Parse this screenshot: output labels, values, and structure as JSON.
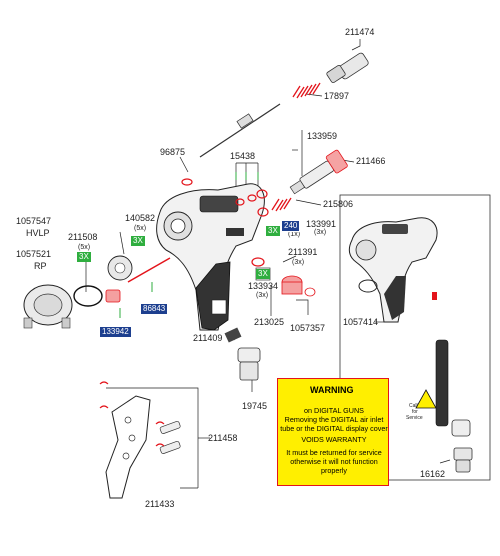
{
  "part_numbers": {
    "p211474": "211474",
    "p17897": "17897",
    "p133959": "133959",
    "p96875": "96875",
    "p15438": "15438",
    "p211466": "211466",
    "p215806": "215806",
    "p140582": "140582",
    "p1057547": "1057547",
    "hvlp": "HVLP",
    "p211508": "211508",
    "p1057521": "1057521",
    "rp": "RP",
    "p133991": "133991",
    "p211391": "211391",
    "p133934": "133934",
    "p213025": "213025",
    "p1057357": "1057357",
    "p211409": "211409",
    "p1057414": "1057414",
    "p19745": "19745",
    "p211458": "211458",
    "p211433": "211433",
    "p16162": "16162"
  },
  "quantities": {
    "q5x_a": "(5x)",
    "q5x_b": "(5x)",
    "q1x": "(1x)",
    "q3x_a": "(3x)",
    "q3x_b": "(3x)",
    "q3x_c": "(3x)"
  },
  "tags": {
    "green_a": "3X",
    "green_b": "3X",
    "green_c": "3X",
    "green_d": "3X",
    "blue_240": "240",
    "blue_86843": "86843",
    "blue_133942": "133942"
  },
  "warning": {
    "title": "WARNING",
    "line1": "on DIGITAL GUNS",
    "line2": "Removing the DIGITAL air inlet",
    "line3": "tube or the DIGITAL display cover",
    "line4": "VOIDS WARRANTY",
    "line5": "It must be returned for service",
    "line6": "otherwise it will not function",
    "line7": "properly"
  },
  "service_note": {
    "line1": "Call",
    "line2": "for",
    "line3": "Service"
  },
  "colors": {
    "accent_red": "#e3141b",
    "tag_green": "#2fae3f",
    "tag_blue": "#1d3f8f",
    "warning_yellow": "#ffef00"
  }
}
